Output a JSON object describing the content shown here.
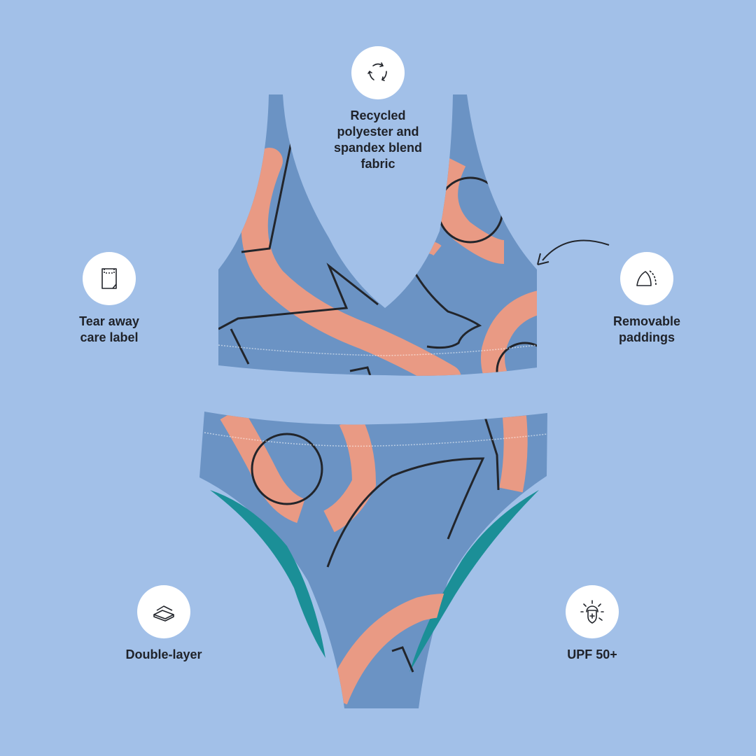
{
  "colors": {
    "background": "#a2c0e8",
    "fabric": "#6b93c4",
    "stripe": "#e99a84",
    "lining": "#1b8f97",
    "outline": "#22252b",
    "text": "#1f2229"
  },
  "features": [
    {
      "id": "recycled",
      "icon": "recycle-icon",
      "label": "Recycled\npolyester and\nspandex blend\nfabric"
    },
    {
      "id": "care-label",
      "icon": "care-label-icon",
      "label": "Tear away\ncare label"
    },
    {
      "id": "paddings",
      "icon": "padding-icon",
      "label": "Removable\npaddings"
    },
    {
      "id": "double-layer",
      "icon": "layers-icon",
      "label": "Double-layer"
    },
    {
      "id": "upf",
      "icon": "sun-shield-icon",
      "label": "UPF 50+"
    }
  ]
}
